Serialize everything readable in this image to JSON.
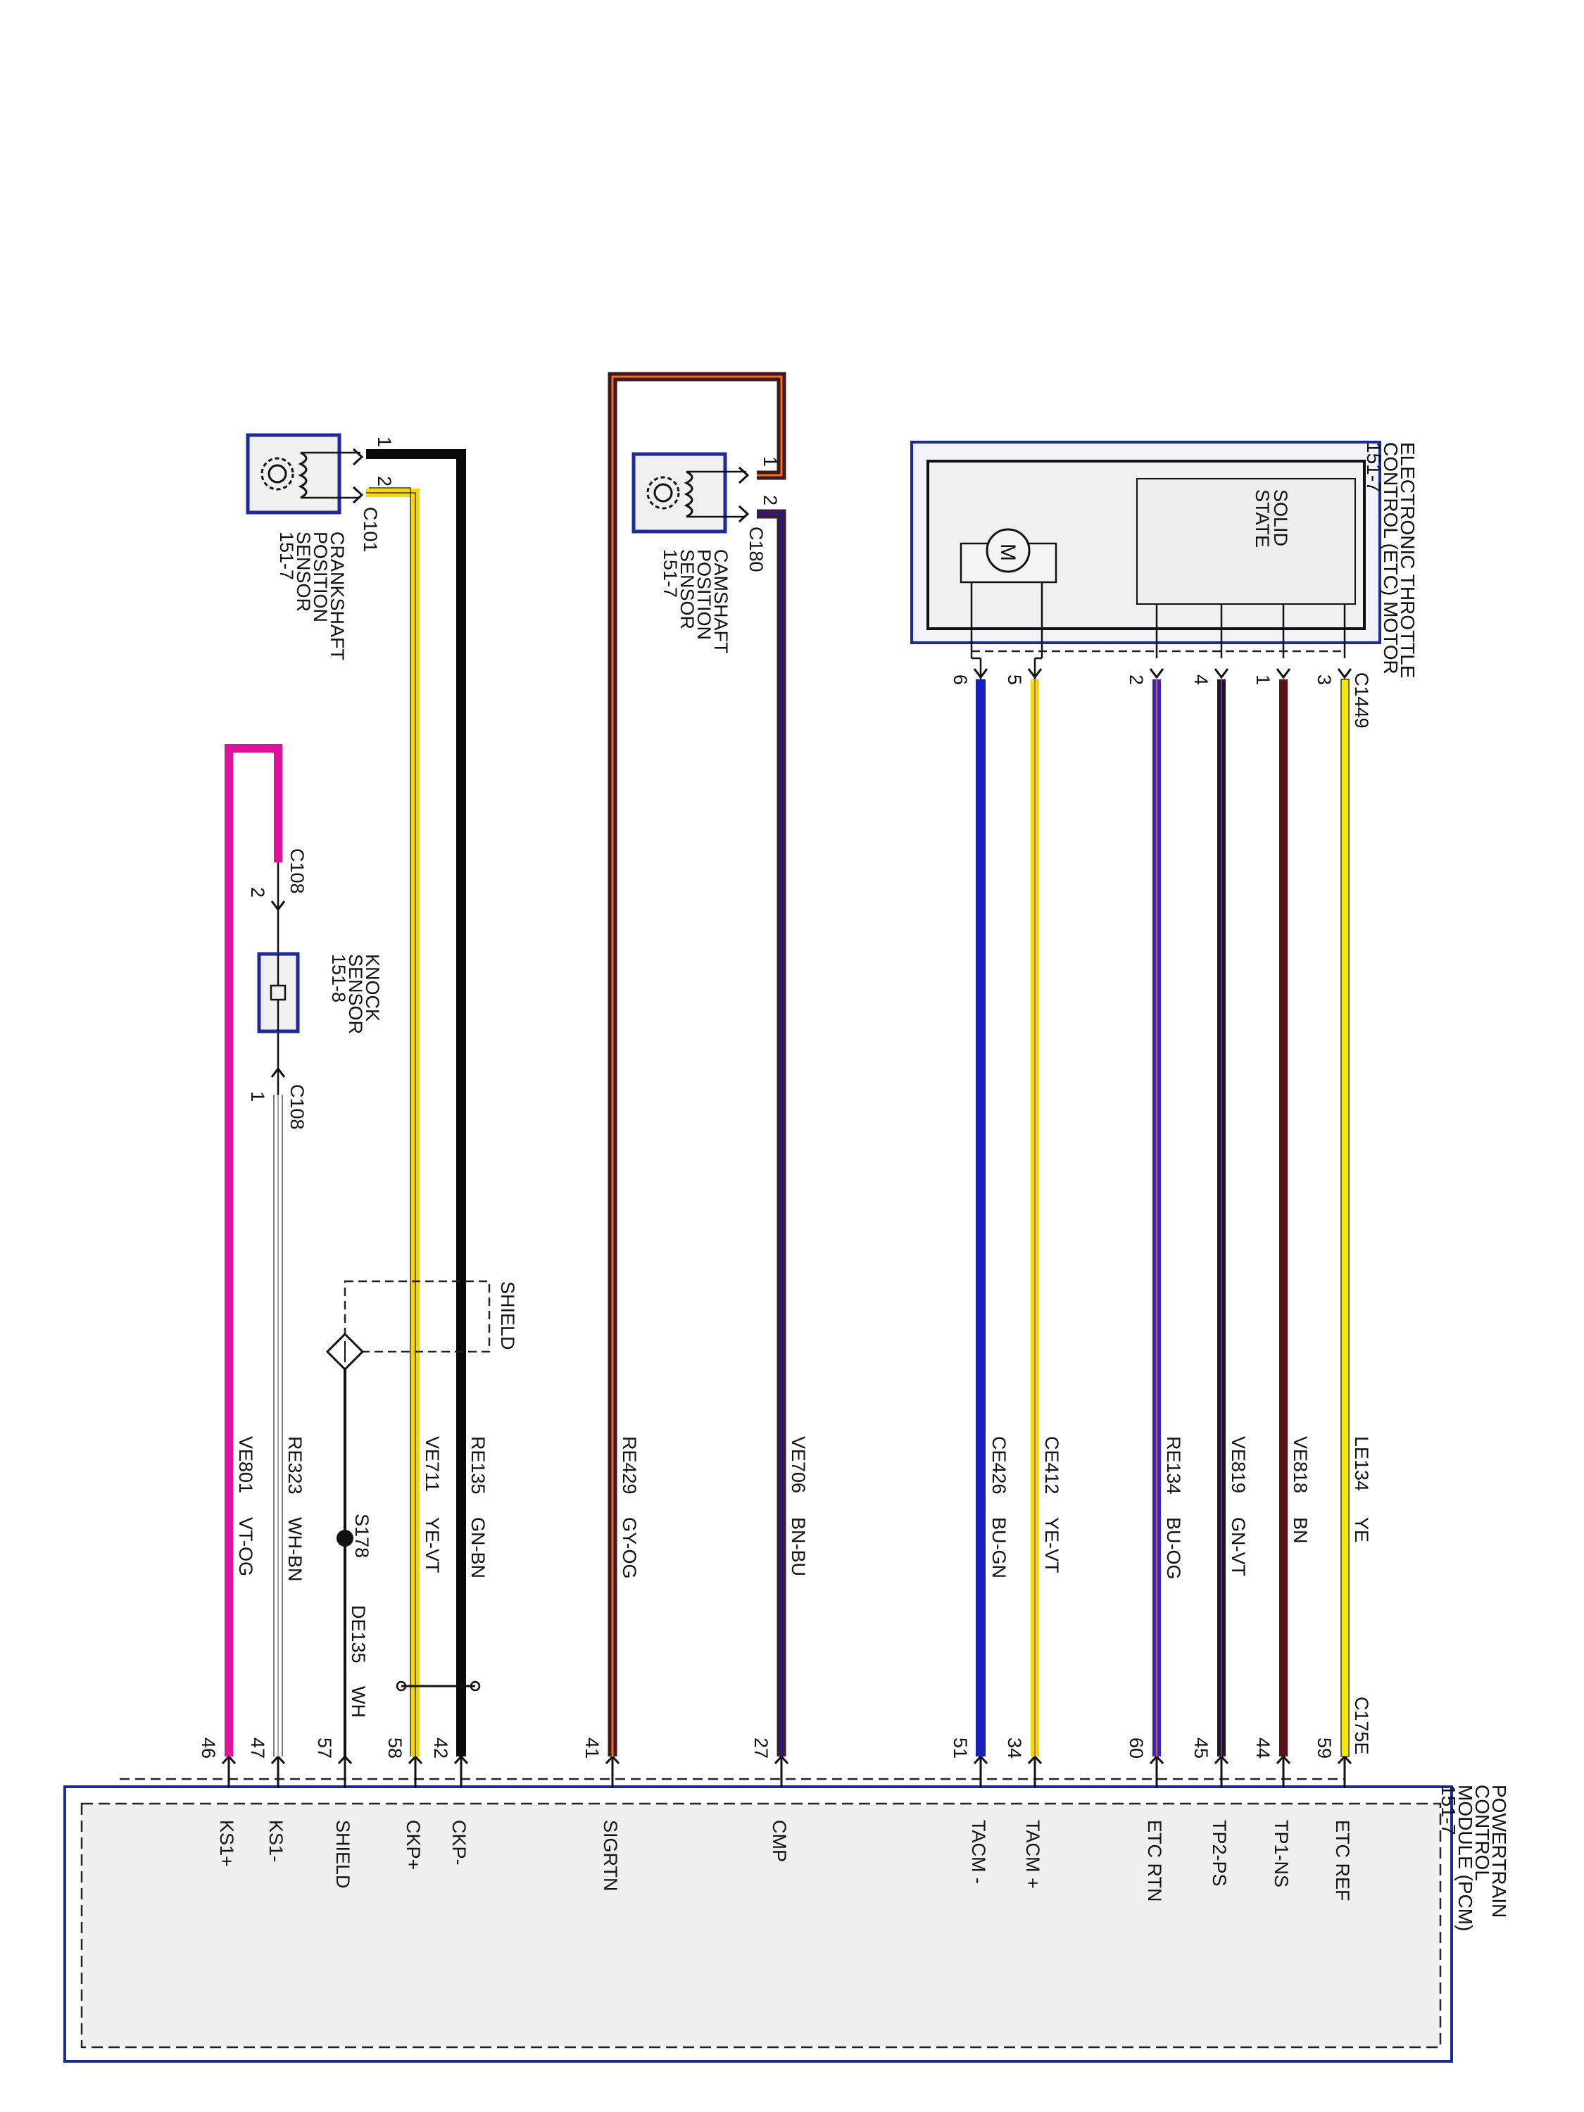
{
  "pcm": {
    "title": [
      "POWERTRAIN",
      "CONTROL",
      "MODULE (PCM)",
      "151-7"
    ],
    "pins": [
      {
        "id": "pin-etc-ref",
        "pin": "59",
        "label": "ETC REF"
      },
      {
        "id": "pin-tp1-ns",
        "pin": "44",
        "label": "TP1-NS"
      },
      {
        "id": "pin-tp2-ps",
        "pin": "45",
        "label": "TP2-PS"
      },
      {
        "id": "pin-etc-rtn",
        "pin": "60",
        "label": "ETC RTN"
      },
      {
        "id": "pin-tacm-plus",
        "pin": "34",
        "label": "TACM +"
      },
      {
        "id": "pin-tacm-minus",
        "pin": "51",
        "label": "TACM -"
      },
      {
        "id": "pin-cmp",
        "pin": "27",
        "label": "CMP"
      },
      {
        "id": "pin-sigrtn",
        "pin": "41",
        "label": "SIGRTN"
      },
      {
        "id": "pin-ckp-minus",
        "pin": "42",
        "label": "CKP-"
      },
      {
        "id": "pin-ckp-plus",
        "pin": "58",
        "label": "CKP+"
      },
      {
        "id": "pin-shield",
        "pin": "57",
        "label": "SHIELD"
      },
      {
        "id": "pin-ks1-minus",
        "pin": "47",
        "label": "KS1-"
      },
      {
        "id": "pin-ks1-plus",
        "pin": "46",
        "label": "KS1+"
      }
    ],
    "connector": "C175E"
  },
  "etc_motor": {
    "title": [
      "ELECTRONIC THROTTLE",
      "CONTROL (ETC) MOTOR",
      "151-7"
    ],
    "solid_state": [
      "SOLID",
      "STATE"
    ],
    "motor_symbol": "M",
    "connector": "C1449",
    "pins": [
      "3",
      "1",
      "4",
      "2",
      "5",
      "6"
    ]
  },
  "camshaft_sensor": {
    "title": [
      "CAMSHAFT",
      "POSITION",
      "SENSOR",
      "151-7"
    ],
    "connector": "C180",
    "pins": [
      "1",
      "2"
    ]
  },
  "crankshaft_sensor": {
    "title": [
      "CRANKSHAFT",
      "POSITION",
      "SENSOR",
      "151-7"
    ],
    "connector": "C101",
    "pins": [
      "1",
      "2"
    ]
  },
  "knock_sensor": {
    "title": [
      "KNOCK",
      "SENSOR",
      "151-8"
    ],
    "connector_top": "C108",
    "pin_top": "2",
    "connector_bottom": "C108",
    "pin_bottom": "1"
  },
  "shield": {
    "label": "SHIELD",
    "splice": "S178",
    "drain_circuit": "DE135",
    "drain_color": "WH"
  },
  "wires": [
    {
      "id": "wire-le134",
      "circuit": "LE134",
      "color_code": "YE",
      "main": "#f3ea00",
      "stripe": ""
    },
    {
      "id": "wire-ve818",
      "circuit": "VE818",
      "color_code": "BN",
      "main": "#5a1212",
      "stripe": ""
    },
    {
      "id": "wire-ve819",
      "circuit": "VE819",
      "color_code": "GN-VT",
      "main": "#1e1a1a",
      "stripe": "#7a2aa8"
    },
    {
      "id": "wire-re134",
      "circuit": "RE134",
      "color_code": "BU-OG",
      "main": "#3b20c4",
      "stripe": "#ff7a00"
    },
    {
      "id": "wire-ce412",
      "circuit": "CE412",
      "color_code": "YE-VT",
      "main": "#f6d800",
      "stripe": "#8a4fd0"
    },
    {
      "id": "wire-ce426",
      "circuit": "CE426",
      "color_code": "BU-GN",
      "main": "#1420b8",
      "stripe": ""
    },
    {
      "id": "wire-ve706",
      "circuit": "VE706",
      "color_code": "BN-BU",
      "main": "#3a1a3e",
      "stripe": "#1a1ab0"
    },
    {
      "id": "wire-re429",
      "circuit": "RE429",
      "color_code": "GY-OG",
      "main": "#3a1a1a",
      "stripe": "#ff6a1a"
    },
    {
      "id": "wire-re135",
      "circuit": "RE135",
      "color_code": "GN-BN",
      "main": "#0a0a0a",
      "stripe": ""
    },
    {
      "id": "wire-ve711",
      "circuit": "VE711",
      "color_code": "YE-VT",
      "main": "#f6d800",
      "stripe": "#333333"
    },
    {
      "id": "wire-re323",
      "circuit": "RE323",
      "color_code": "WH-BN",
      "main": "#ffffff",
      "stripe": "#555555"
    },
    {
      "id": "wire-ve801",
      "circuit": "VE801",
      "color_code": "VT-OG",
      "main": "#e0119a",
      "stripe": ""
    }
  ]
}
